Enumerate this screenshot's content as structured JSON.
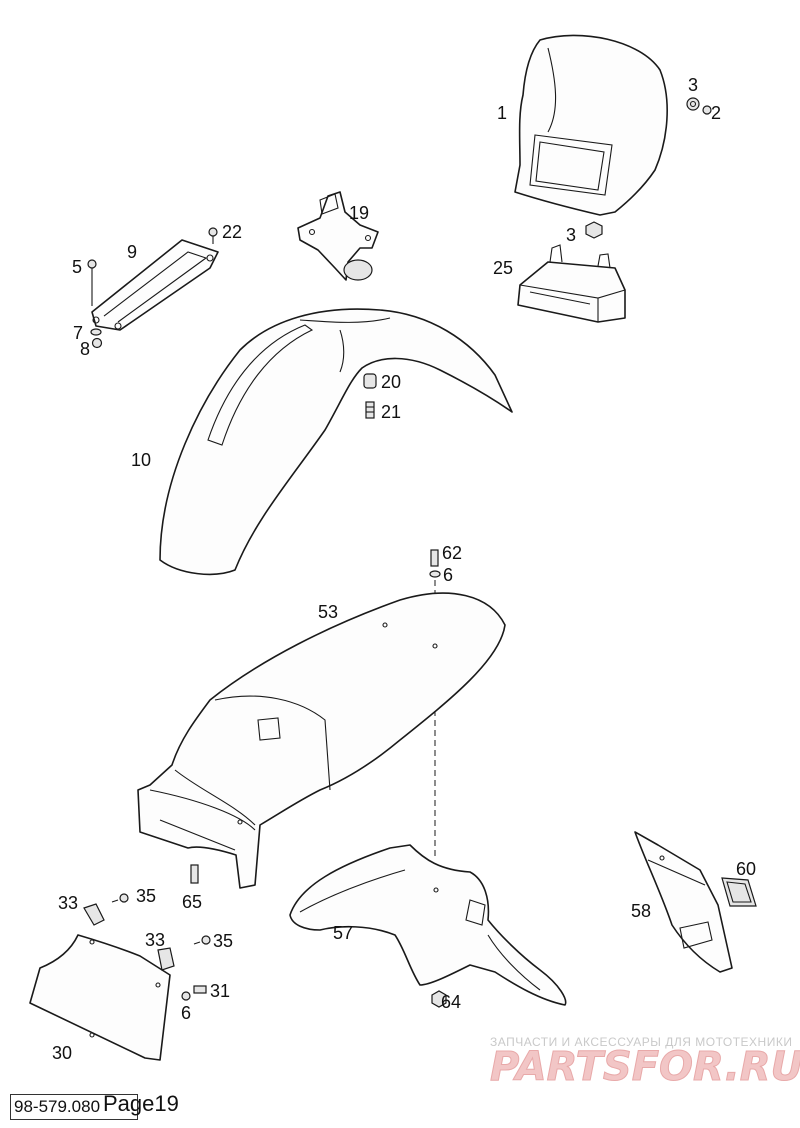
{
  "labels": {
    "p1": "1",
    "p2": "2",
    "p3a": "3",
    "p3b": "3",
    "p5": "5",
    "p6a": "6",
    "p6b": "6",
    "p7": "7",
    "p8": "8",
    "p9": "9",
    "p10": "10",
    "p19": "19",
    "p20": "20",
    "p21": "21",
    "p22": "22",
    "p25": "25",
    "p30": "30",
    "p31": "31",
    "p33a": "33",
    "p33b": "33",
    "p35a": "35",
    "p35b": "35",
    "p53": "53",
    "p57": "57",
    "p58": "58",
    "p60": "60",
    "p62": "62",
    "p64": "64",
    "p65": "65"
  },
  "footer": {
    "code": "98-579.080",
    "page": "Page19"
  },
  "watermark": {
    "tagline": "ЗАПЧАСТИ И АКСЕССУАРЫ ДЛЯ МОТОТЕХНИКИ",
    "brand": "PARTSFOR.RU"
  }
}
